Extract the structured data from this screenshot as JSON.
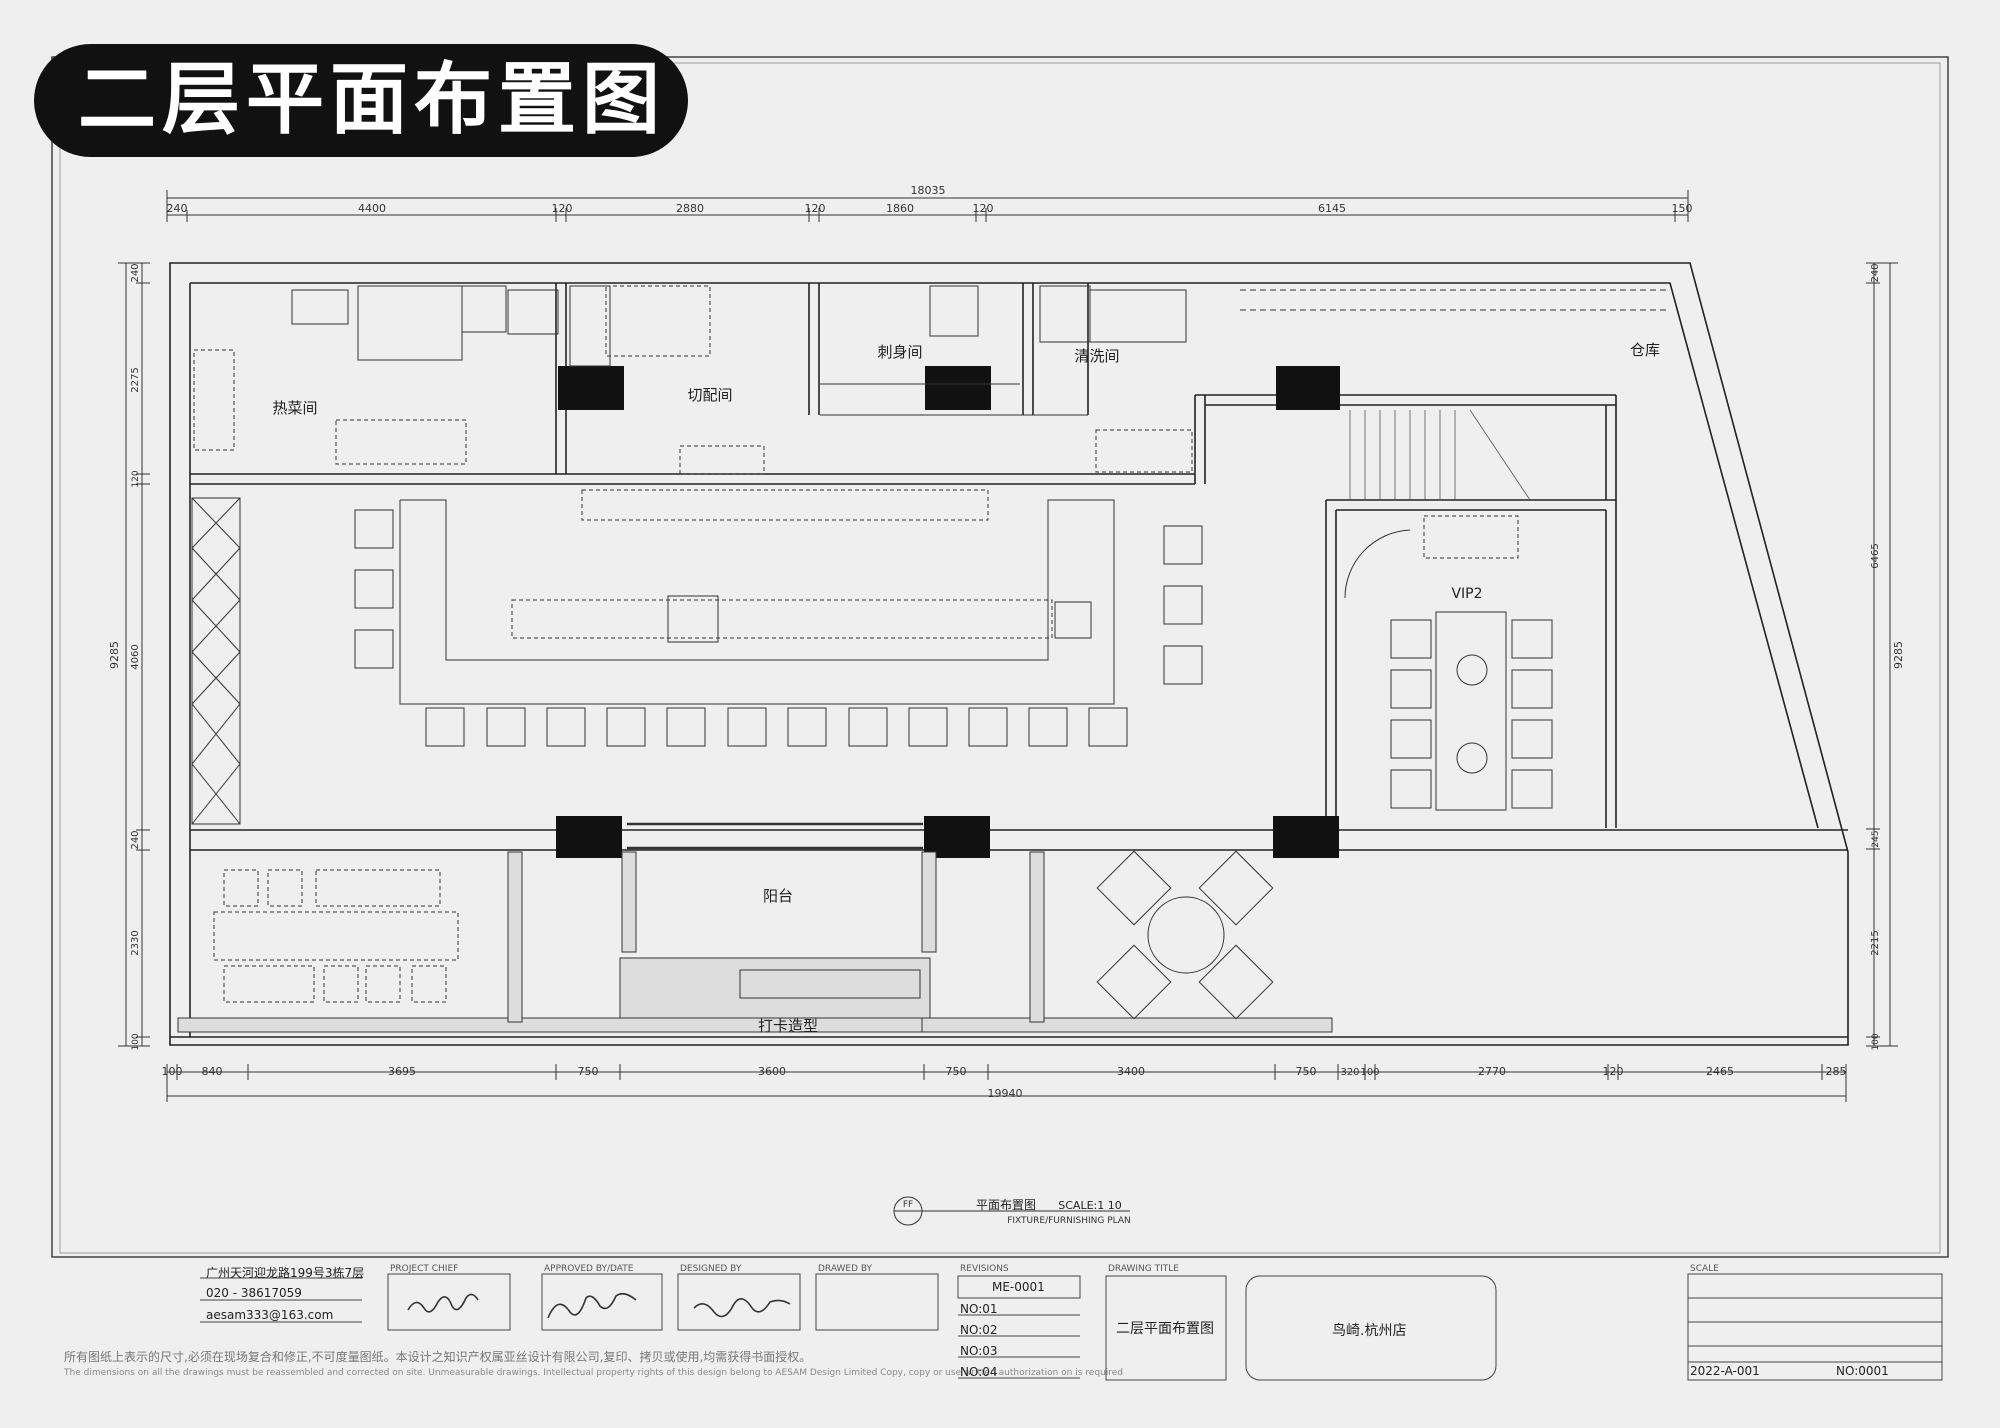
{
  "title": "二层平面布置图",
  "dims": {
    "top_total": "18035",
    "top_segments": [
      "240",
      "4400",
      "120",
      "2880",
      "120",
      "1860",
      "120",
      "6145",
      "150"
    ],
    "bottom_segments": [
      "100",
      "840",
      "3695",
      "750",
      "3600",
      "750",
      "3400",
      "750",
      "320",
      "100",
      "2770",
      "120",
      "2465",
      "285"
    ],
    "bottom_total": "19940",
    "left_total": "9285",
    "left_segments": [
      "240",
      "2275",
      "120",
      "4060",
      "240",
      "2330",
      "100"
    ],
    "right_total": "9285",
    "right_segments": [
      "240",
      "6465",
      "245",
      "2215",
      "100"
    ]
  },
  "rooms": {
    "hot_kitchen": "热菜间",
    "prep": "切配间",
    "sashimi": "刺身间",
    "wash": "清洗间",
    "storage": "仓库",
    "vip2": "VIP2",
    "balcony": "阳台",
    "feature": "打卡造型"
  },
  "plan_caption": {
    "symbol": "FF",
    "title": "平面布置图",
    "scale": "SCALE:1 10",
    "subtitle": "FIXTURE/FURNISHING PLAN"
  },
  "title_block": {
    "address": "广州天河迎龙路199号3栋7层",
    "phone": "020 - 38617059",
    "email": "aesam333@163.com",
    "notice_cn": "所有图纸上表示的尺寸,必须在现场复合和修正,不可度量图纸。本设计之知识产权属亚丝设计有限公司,复印、拷贝或使用,均需获得书面授权。",
    "notice_en": "The dimensions on all the drawings must be reassembled and corrected on site. Unmeasurable drawings. Intellectual property rights of this design belong to AESAM Design Limited Copy, copy or use written authorization on is required",
    "project_chief_label": "PROJECT CHIEF",
    "approved_label": "APPROVED BY/DATE",
    "designed_label": "DESIGNED BY",
    "drawn_label": "DRAWED BY",
    "revisions_label": "REVISIONS",
    "revision_code": "ME-0001",
    "revisions": [
      "NO:01",
      "NO:02",
      "NO:03",
      "NO:04"
    ],
    "drawing_title_label": "DRAWING TITLE",
    "drawing_title": "二层平面布置图",
    "project_name": "鸟崎.杭州店",
    "scale_label": "SCALE",
    "drawing_no": "2022-A-001",
    "sheet_no": "NO:0001"
  },
  "colors": {
    "ink": "#111111",
    "paper": "#efefef",
    "pill": "#111111",
    "line": "#333333"
  }
}
